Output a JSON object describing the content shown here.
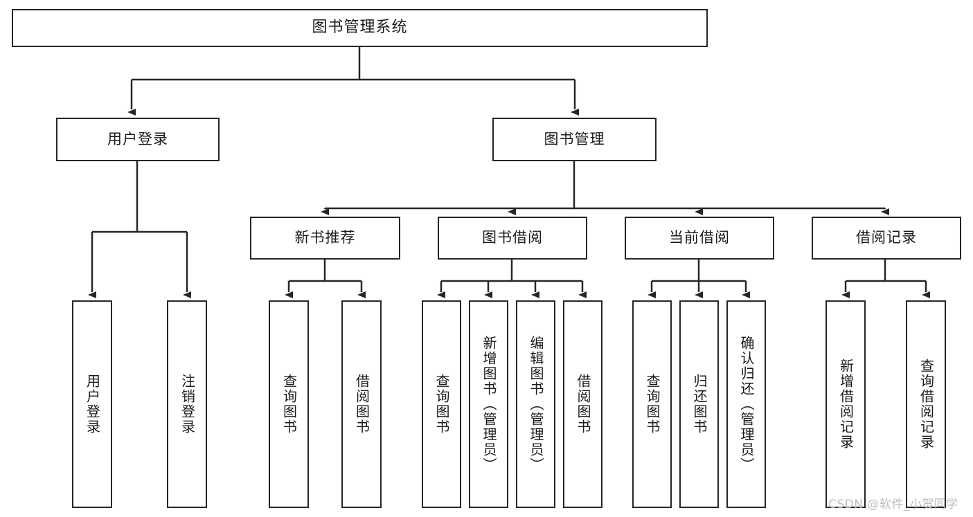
{
  "diagram": {
    "title": "图书管理系统",
    "type": "tree-hierarchy-diagram",
    "colors": {
      "stroke": "#262626",
      "fill": "#ffffff",
      "text": "#1a1a1a",
      "watermark": "#bdbdbd"
    }
  },
  "nodes": {
    "root": {
      "label": "图书管理系统"
    },
    "level1": [
      {
        "id": "user-login",
        "label": "用户登录"
      },
      {
        "id": "book-manage",
        "label": "图书管理"
      }
    ],
    "level2": [
      {
        "id": "new-book-recommend",
        "label": "新书推荐"
      },
      {
        "id": "book-borrow",
        "label": "图书借阅"
      },
      {
        "id": "current-borrow",
        "label": "当前借阅"
      },
      {
        "id": "borrow-record",
        "label": "借阅记录"
      }
    ],
    "leaves": {
      "user-login": [
        {
          "id": "leaf-user-login",
          "label": "用户登录"
        },
        {
          "id": "leaf-logout-login",
          "label": "注销登录"
        }
      ],
      "new-book-recommend": [
        {
          "id": "leaf-query-book-1",
          "label": "查询图书"
        },
        {
          "id": "leaf-borrow-book-1",
          "label": "借阅图书"
        }
      ],
      "book-borrow": [
        {
          "id": "leaf-query-book-2",
          "label": "查询图书"
        },
        {
          "id": "leaf-add-book",
          "label": "新增图书（管理员）"
        },
        {
          "id": "leaf-edit-book",
          "label": "编辑图书（管理员）"
        },
        {
          "id": "leaf-borrow-book-2",
          "label": "借阅图书"
        }
      ],
      "current-borrow": [
        {
          "id": "leaf-query-book-3",
          "label": "查询图书"
        },
        {
          "id": "leaf-return-book",
          "label": "归还图书"
        },
        {
          "id": "leaf-confirm-return",
          "label": "确认归还（管理员）"
        }
      ],
      "borrow-record": [
        {
          "id": "leaf-add-record",
          "label": "新增借阅记录"
        },
        {
          "id": "leaf-query-record",
          "label": "查询借阅记录"
        }
      ]
    }
  },
  "watermark": {
    "text": "CSDN @软件_小贺同学"
  }
}
